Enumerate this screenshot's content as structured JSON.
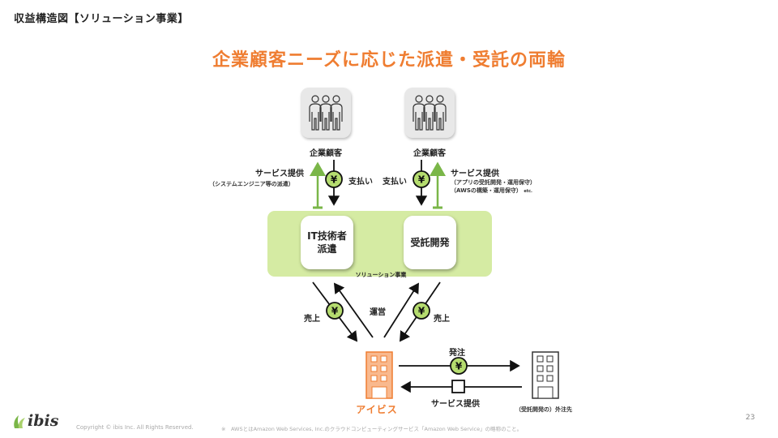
{
  "slide": {
    "title": "収益構造図【ソリューション事業】",
    "headline": "企業顧客ニーズに応じた派遣・受託の両輪",
    "page_number": "23"
  },
  "colors": {
    "accent_orange": "#ef7d31",
    "green_band": "#d5eba3",
    "green_arrow": "#7ab648",
    "yen_fill": "#b5dc6f"
  },
  "left_customer": {
    "label": "企業顧客",
    "icon": "people-group-icon",
    "service_title": "サービス提供",
    "service_detail": "（システムエンジニア等の派遣）",
    "payment_label": "支払い"
  },
  "right_customer": {
    "label": "企業顧客",
    "icon": "people-group-icon",
    "service_title": "サービス提供",
    "service_detail_1": "（アプリの受託開発・運用保守）",
    "service_detail_2": "（AWSの構築・運用保守）",
    "service_detail_etc": "etc.",
    "payment_label": "支払い"
  },
  "solution": {
    "band_label": "ソリューション事業",
    "card_left_line1": "IT技術者",
    "card_left_line2": "派遣",
    "card_right": "受託開発"
  },
  "flows": {
    "sales_left": "売上",
    "sales_right": "売上",
    "operation": "運営",
    "order": "発注",
    "service_provision": "サービス提供",
    "yen_symbol": "¥"
  },
  "company": {
    "name": "アイビス",
    "icon": "building-icon"
  },
  "subcontractor": {
    "label": "（受託開発の）外注先",
    "icon": "building-icon"
  },
  "footer": {
    "logo_text": "ibis",
    "copyright": "Copyright © ibis Inc. All Rights Reserved.",
    "note": "※　AWSとはAmazon Web Services, Inc.のクラウドコンピューティングサービス「Amazon Web Service」の略称のこと。"
  }
}
